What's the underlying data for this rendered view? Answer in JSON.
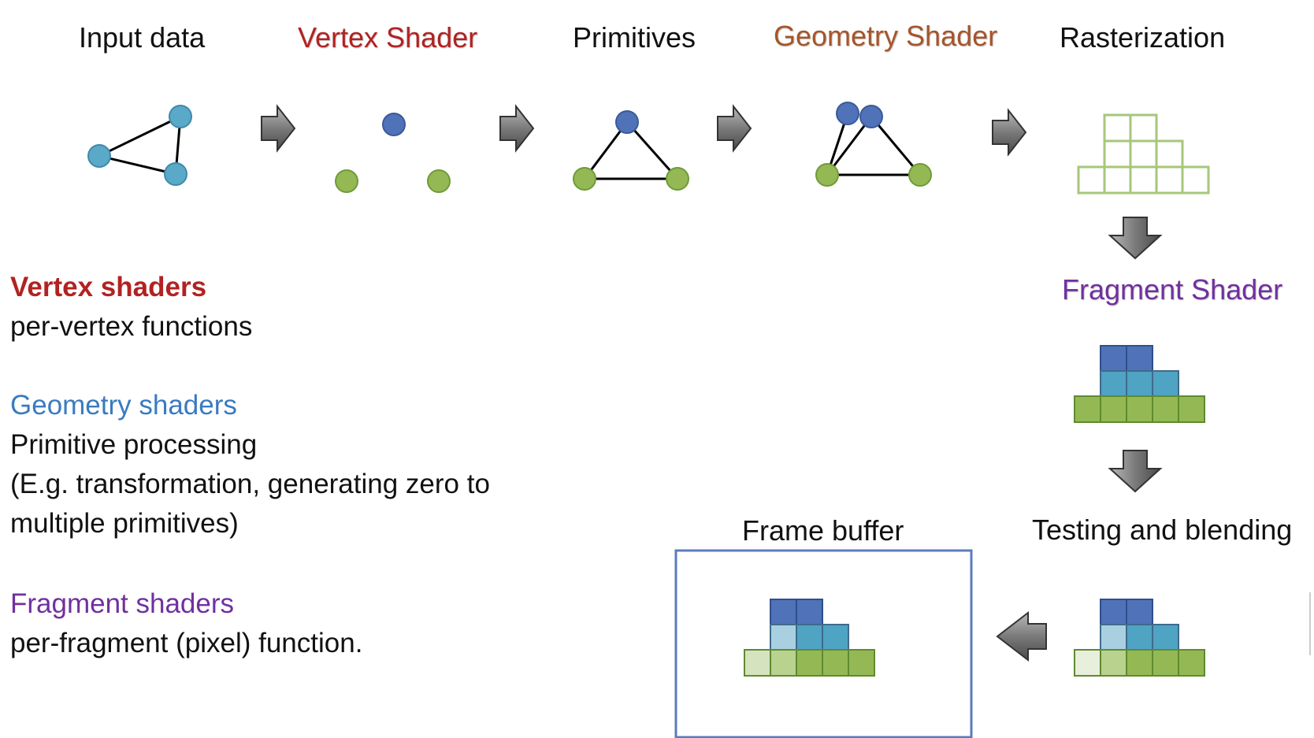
{
  "colors": {
    "vertex_shader": "#b22222",
    "geometry_shader": "#a5552a",
    "fragment_shader": "#7030a0",
    "geometry_shaders_desc": "#3a7bbf",
    "vertex_teal": "#5aa9c8",
    "vertex_blue": "#4f72b8",
    "vertex_green": "#94b954",
    "frame_border": "#5b7bbf",
    "arrow_fill": "#707070"
  },
  "pipeline": {
    "input_data": "Input data",
    "vertex_shader": "Vertex Shader",
    "primitives": "Primitives",
    "geometry_shader": "Geometry Shader",
    "rasterization": "Rasterization",
    "fragment_shader": "Fragment Shader",
    "testing_blending": "Testing and blending",
    "frame_buffer": "Frame buffer"
  },
  "descriptions": {
    "vertex": {
      "title": "Vertex shaders",
      "lines": [
        "per-vertex functions"
      ]
    },
    "geometry": {
      "title": "Geometry shaders",
      "lines": [
        "Primitive processing",
        "(E.g. transformation, generating zero to",
        "multiple primitives)"
      ]
    },
    "fragment": {
      "title": "Fragment shaders",
      "lines": [
        "per-fragment (pixel) function."
      ]
    }
  }
}
